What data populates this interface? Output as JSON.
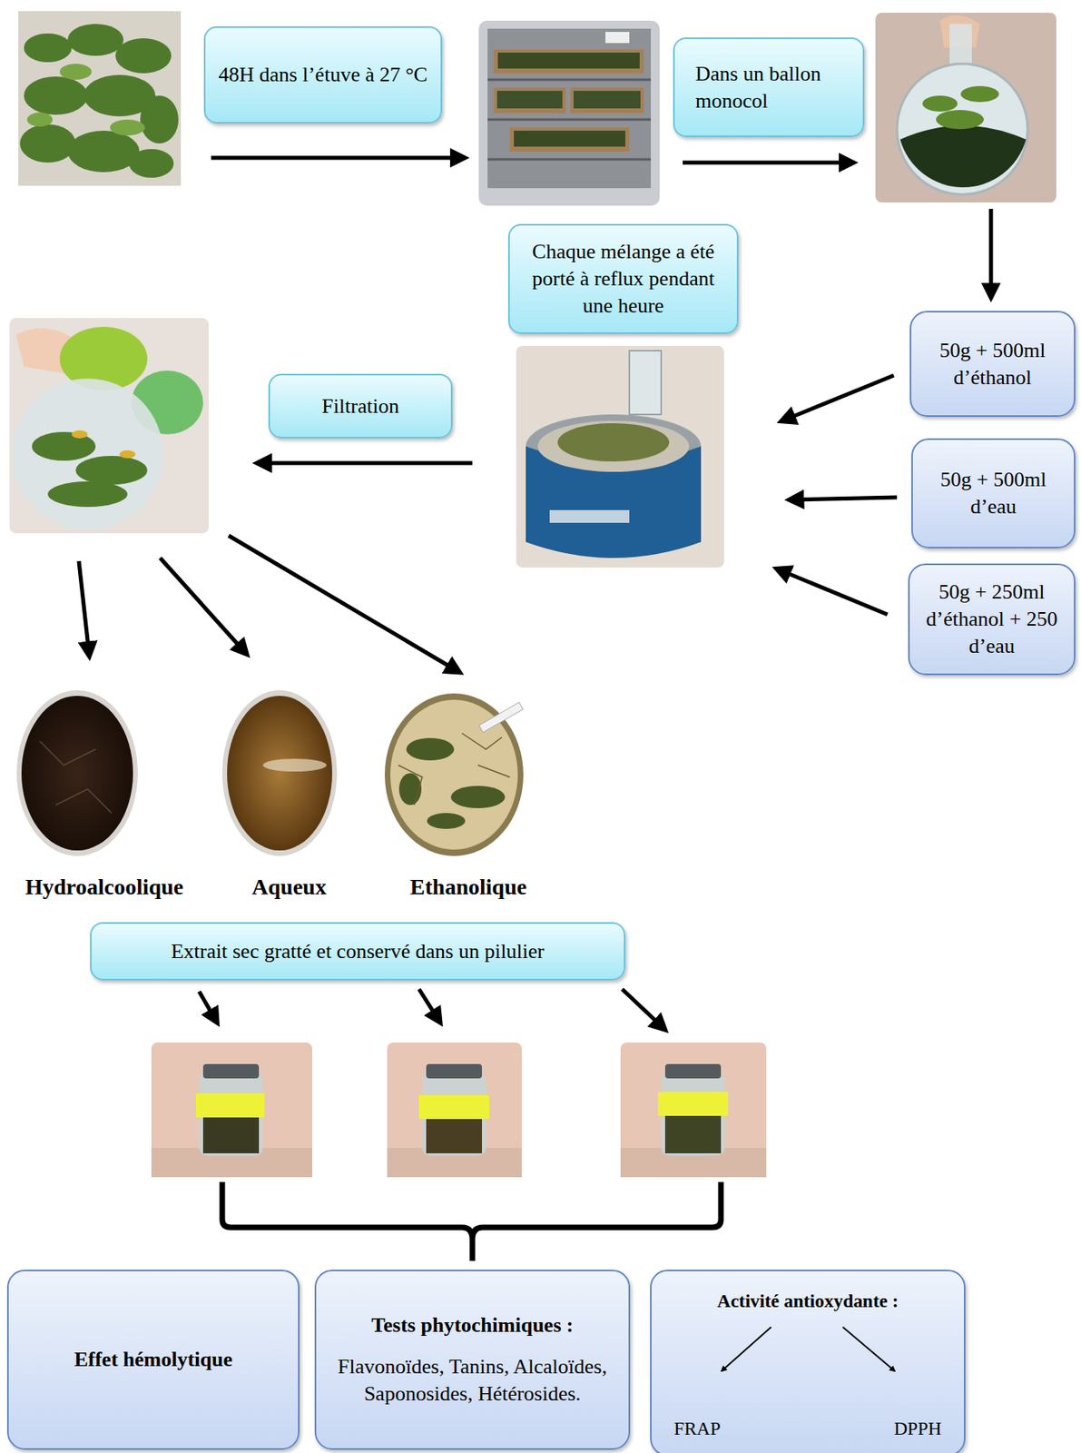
{
  "diagram": {
    "nodes": [
      {
        "text": [
          "48H dans l’étuve à 27 °C"
        ]
      },
      {
        "text": [
          "Dans un ballon monocol"
        ]
      },
      {
        "text": [
          "Chaque mélange a été porté à reflux pendant une heure"
        ]
      },
      {
        "text": [
          "50g + 500ml d’éthanol"
        ]
      },
      {
        "text": [
          "50g + 500ml d’eau"
        ]
      },
      {
        "text": [
          "50g + 250ml d’éthanol + 250 d’eau"
        ]
      },
      {
        "text": [
          "Filtration"
        ]
      },
      {
        "text": [
          "Extrait sec gratté et conservé dans un pilulier"
        ]
      },
      {
        "text": [
          "Effet hémolytique"
        ]
      },
      {
        "text": [
          "Tests phytochimiques :",
          "Flavonoïdes, Tanins, Alcaloïdes, Saponosides, Hétérosides."
        ]
      },
      {
        "text": [
          "Activité antioxydante :",
          "FRAP",
          "DPPH"
        ]
      }
    ],
    "labels": [
      "Hydroalcoolique",
      "Aqueux",
      "Ethanolique"
    ]
  }
}
